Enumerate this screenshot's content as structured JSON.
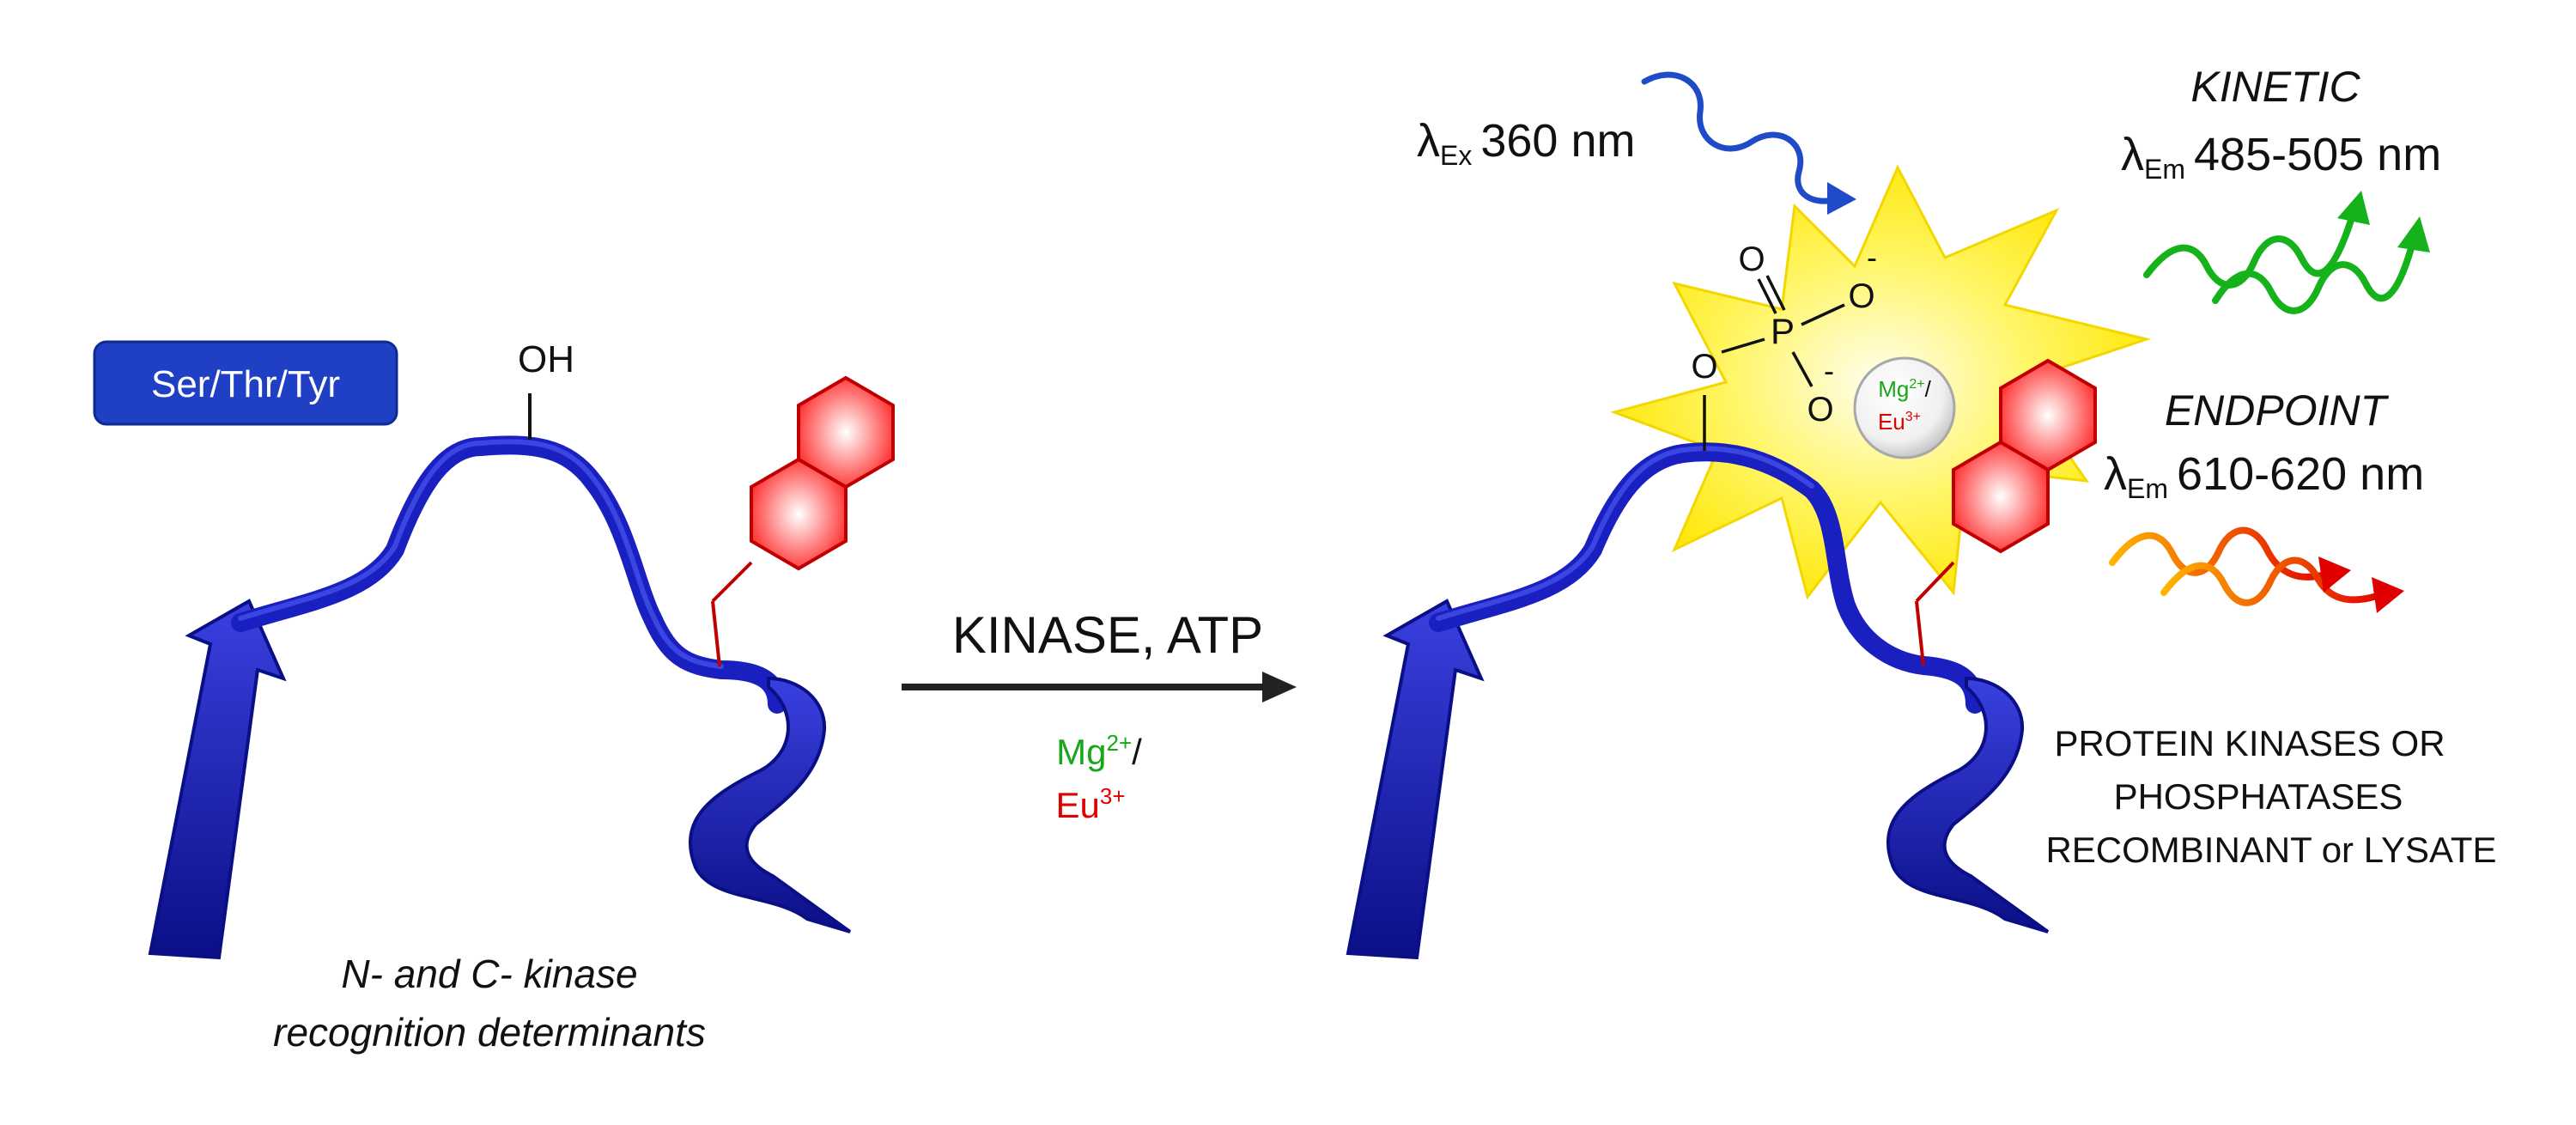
{
  "colors": {
    "ribbon": "#1a1fbf",
    "ribbon_dark": "#0b0f86",
    "hexagon_fill": "#ff2020",
    "hexagon_stroke": "#c00000",
    "starburst": "#fff200",
    "excitation_wave": "#1f4bc8",
    "kinetic_wave": "#16b21b",
    "endpoint_wave_start": "#ffb400",
    "endpoint_wave_end": "#e00000",
    "mg_text": "#1aa61a",
    "eu_text": "#e00000",
    "badge": "#1f3fc4",
    "arrow": "#222222"
  },
  "residue_badge": {
    "label": "Ser/Thr/Tyr"
  },
  "hydroxyl": {
    "label": "OH"
  },
  "left_caption": {
    "line1": "N- and C- kinase",
    "line2": "recognition determinants"
  },
  "reaction": {
    "label": "KINASE, ATP",
    "cofactor_mg": "Mg",
    "cofactor_mg_charge": "2+",
    "cofactor_sep": "/",
    "cofactor_eu": "Eu",
    "cofactor_eu_charge": "3+"
  },
  "phosphate": {
    "atom_o_top": "O",
    "atom_p": "P",
    "atom_o_right": "O",
    "atom_o_bottom": "O",
    "atom_o_link": "O",
    "charge_1": "-",
    "charge_2": "-"
  },
  "metal_complex": {
    "mg": "Mg",
    "mg_charge": "2+",
    "sep": "/",
    "eu": "Eu",
    "eu_charge": "3+"
  },
  "excitation": {
    "symbol": "λ",
    "subscript": "Ex",
    "value": "360 nm"
  },
  "kinetic": {
    "title": "KINETIC",
    "symbol": "λ",
    "subscript": "Em",
    "value": "485-505 nm"
  },
  "endpoint": {
    "title": "ENDPOINT",
    "symbol": "λ",
    "subscript": "Em",
    "value": "610-620 nm"
  },
  "right_caption": {
    "line1": "PROTEIN KINASES OR",
    "line2": "PHOSPHATASES",
    "line3": "RECOMBINANT or LYSATE"
  }
}
